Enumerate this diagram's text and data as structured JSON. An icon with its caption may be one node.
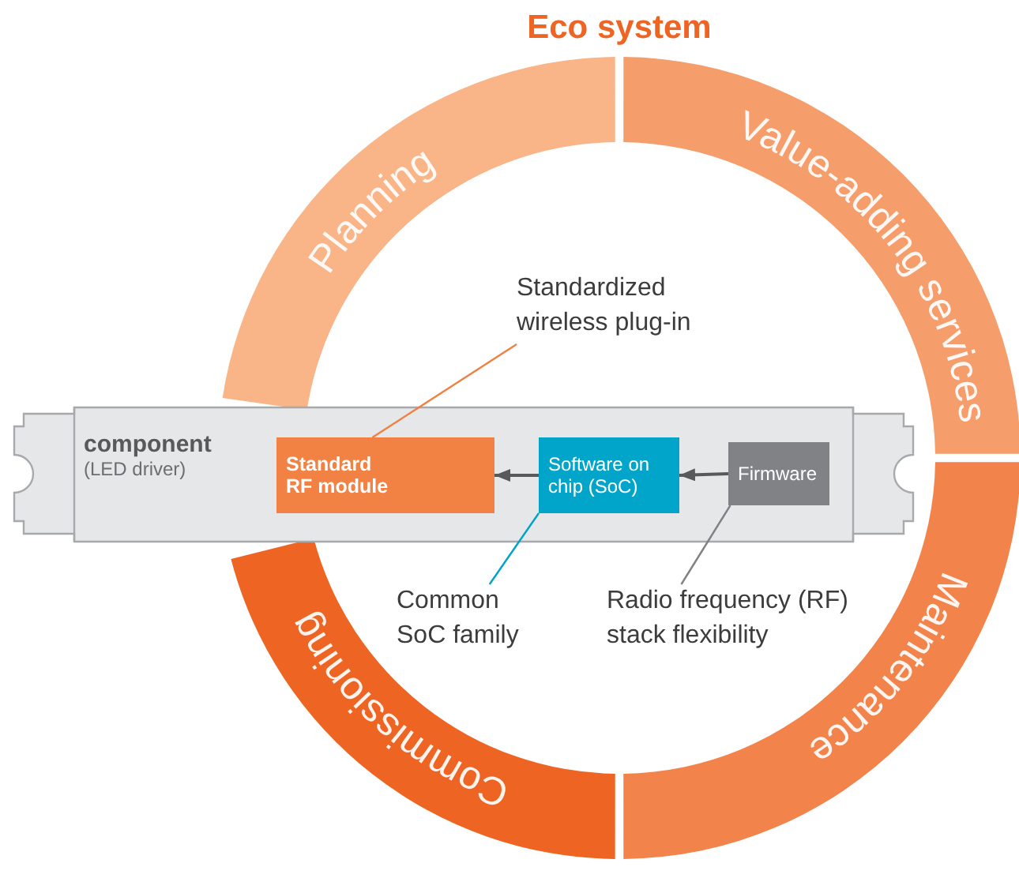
{
  "diagram": {
    "title": "Eco system",
    "nodes": [
      {
        "text": [
          "Planning"
        ]
      },
      {
        "text": [
          "Value-adding services"
        ]
      },
      {
        "text": [
          "Maintenance"
        ]
      },
      {
        "text": [
          "Commissioning"
        ]
      },
      {
        "text": [
          "component",
          "(LED driver)"
        ]
      },
      {
        "text": [
          "Standard RF module"
        ],
        "in": 4
      },
      {
        "text": [
          "Software on chip (SoC)"
        ],
        "in": 4
      },
      {
        "text": [
          "Firmware"
        ],
        "in": 4
      },
      {
        "text": [
          "Standardized wireless plug-in"
        ]
      },
      {
        "text": [
          "Common SoC family"
        ]
      },
      {
        "text": [
          "Radio frequency (RF) stack flexibility"
        ]
      }
    ],
    "edges": [
      {
        "from": 7,
        "to": 6,
        "arrow": "to"
      },
      {
        "from": 6,
        "to": 5,
        "arrow": "to"
      },
      {
        "from": 8,
        "to": 5,
        "arrow": "none",
        "color": "#f08040"
      },
      {
        "from": 9,
        "to": 6,
        "arrow": "none",
        "color": "#00a3c8"
      },
      {
        "from": 10,
        "to": 7,
        "arrow": "none",
        "color": "#808285"
      }
    ]
  }
}
